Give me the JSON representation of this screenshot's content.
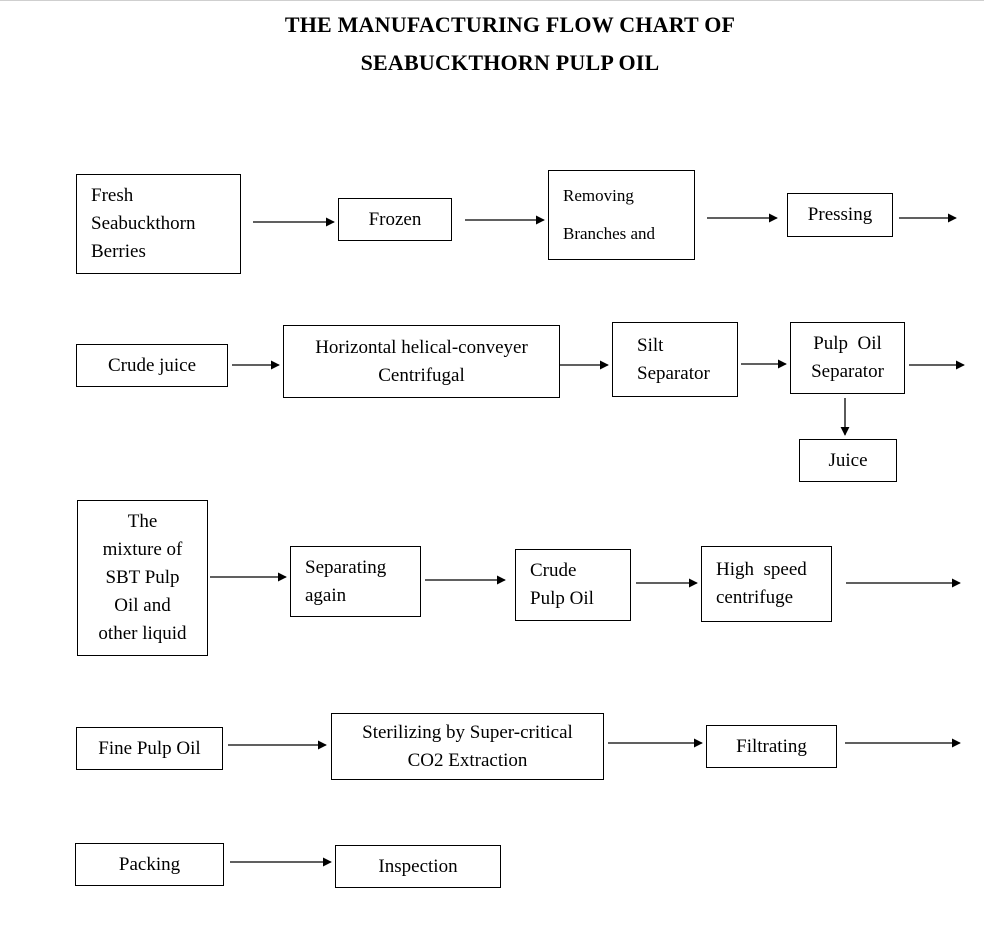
{
  "title": {
    "line1": "THE MANUFACTURING FLOW CHART OF",
    "line2": "SEABUCKTHORN PULP OIL"
  },
  "steps": {
    "fresh_berries": [
      "Fresh",
      "Seabuckthorn",
      "Berries"
    ],
    "frozen": "Frozen",
    "removing_branches": [
      "Removing",
      "Branches and"
    ],
    "pressing": "Pressing",
    "crude_juice": "Crude juice",
    "horizontal_centrifugal": [
      "Horizontal helical-conveyer",
      "Centrifugal"
    ],
    "silt_separator": [
      "Silt",
      "Separator"
    ],
    "pulp_oil_separator": [
      "Pulp  Oil",
      "Separator"
    ],
    "juice": "Juice",
    "mixture": [
      "The",
      "mixture of",
      "SBT Pulp",
      "Oil and",
      "other liquid"
    ],
    "separating_again": [
      "Separating",
      "again"
    ],
    "crude_pulp_oil": [
      "Crude",
      "Pulp Oil"
    ],
    "high_speed_centrifuge": [
      "High  speed",
      "centrifuge"
    ],
    "fine_pulp_oil": "Fine Pulp Oil",
    "sterilizing": [
      "Sterilizing by Super-critical",
      "CO2 Extraction"
    ],
    "filtrating": "Filtrating",
    "packing": "Packing",
    "inspection": "Inspection"
  }
}
